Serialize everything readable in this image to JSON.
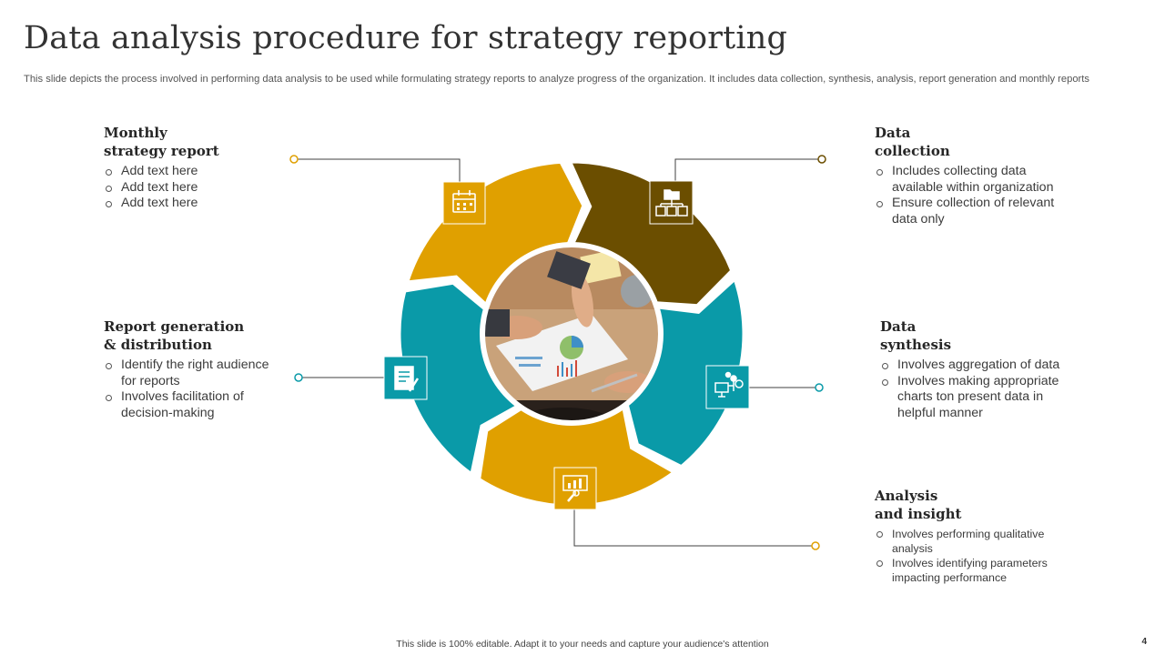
{
  "slide": {
    "title": "Data analysis procedure for strategy reporting",
    "subtitle": "This slide depicts the process involved in performing data analysis to be used while formulating strategy reports to analyze progress  of the organization. It includes data collection, synthesis, analysis, report generation and monthly reports",
    "footer": "This slide is 100% editable.  Adapt it to your needs and capture your audience's attention",
    "page_number": "4"
  },
  "colors": {
    "gold": "#E0A000",
    "brown": "#6B4E00",
    "teal": "#0A9AA8",
    "connector": "#404040"
  },
  "steps": {
    "monthly": {
      "title_line1": "Monthly",
      "title_line2": "strategy  report",
      "bullets": [
        "Add text here",
        "Add text here",
        "Add text here"
      ],
      "icon": "calendar-icon"
    },
    "collection": {
      "title_line1": "Data",
      "title_line2": "collection",
      "bullets": [
        "Includes collecting data available within organization",
        "Ensure collection of relevant data only"
      ],
      "icon": "folder-hierarchy-icon"
    },
    "report": {
      "title_line1": "Report generation",
      "title_line2": "& distribution",
      "bullets": [
        "Identify the right audience for reports",
        "Involves facilitation of decision-making"
      ],
      "icon": "report-document-icon"
    },
    "synthesis": {
      "title_line1": "Data",
      "title_line2": "synthesis",
      "bullets": [
        "Involves aggregation of data",
        "Involves making appropriate charts ton present data in helpful manner"
      ],
      "icon": "computer-network-icon"
    },
    "analysis": {
      "title_line1": "Analysis",
      "title_line2": "and  insight",
      "bullets": [
        "Involves  performing qualitative  analysis",
        "Involves  identifying  parameters impacting performance"
      ],
      "icon": "presentation-chart-icon"
    }
  },
  "center_image": "business-meeting-photo"
}
